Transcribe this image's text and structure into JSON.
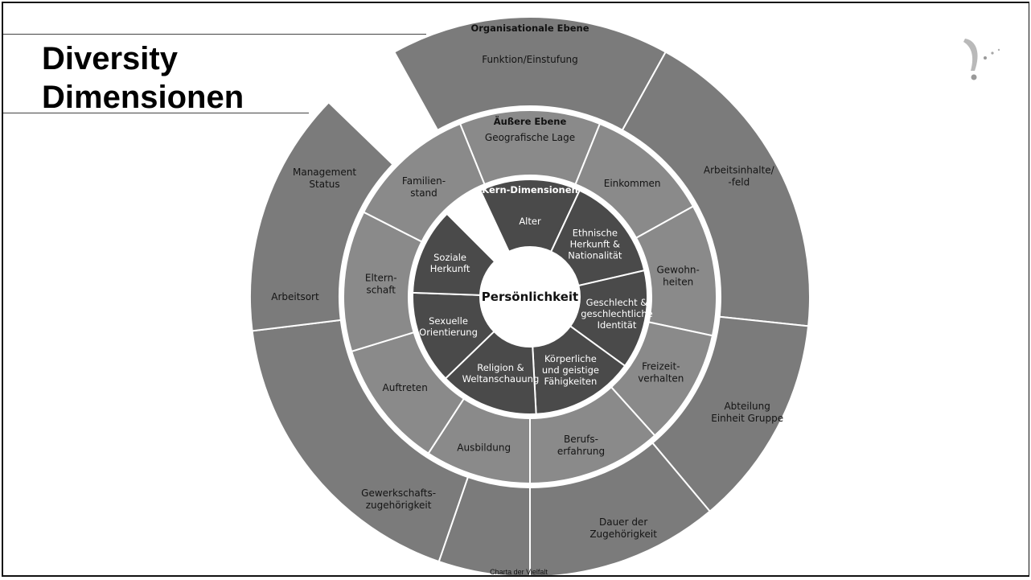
{
  "title": {
    "line1": "Diversity",
    "line2": "Dimensionen"
  },
  "center": "Persönlichkeit",
  "source": "Charta der Vielfalt",
  "colors": {
    "outer": "#7b7b7b",
    "middle": "#8a8a8a",
    "core": "#4a4a4a",
    "separator": "#ffffff",
    "center": "#ffffff"
  },
  "outer_ring": {
    "heading": "Organisationale Ebene",
    "segments": [
      [
        "Funktion/Einstufung"
      ],
      [
        "Arbeitsinhalte/",
        "-feld"
      ],
      [
        "Abteilung",
        "Einheit Gruppe"
      ],
      [
        "Dauer der",
        "Zugehörigkeit"
      ],
      [
        "Gewerkschafts-",
        "zugehörigkeit"
      ],
      [
        "Arbeitsort"
      ],
      [
        "Management",
        "Status"
      ]
    ]
  },
  "middle_ring": {
    "heading": "Äußere Ebene",
    "segments": [
      [
        "Geografische Lage"
      ],
      [
        "Einkommen"
      ],
      [
        "Gewohn-",
        "heiten"
      ],
      [
        "Freizeit-",
        "verhalten"
      ],
      [
        "Berufs-",
        "erfahrung"
      ],
      [
        "Ausbildung"
      ],
      [
        "Auftreten"
      ],
      [
        "Eltern-",
        "schaft"
      ],
      [
        "Familien-",
        "stand"
      ]
    ]
  },
  "core_ring": {
    "heading": "Kern-Dimensionen",
    "segments": [
      [
        "Alter"
      ],
      [
        "Ethnische",
        "Herkunft &",
        "Nationalität"
      ],
      [
        "Geschlecht &",
        "geschlechtliche",
        "Identität"
      ],
      [
        "Körperliche",
        "und geistige",
        "Fähigkeiten"
      ],
      [
        "Religion &",
        "Weltanschauung"
      ],
      [
        "Sexuelle",
        "Orientierung"
      ],
      [
        "Soziale",
        "Herkunft"
      ]
    ]
  }
}
